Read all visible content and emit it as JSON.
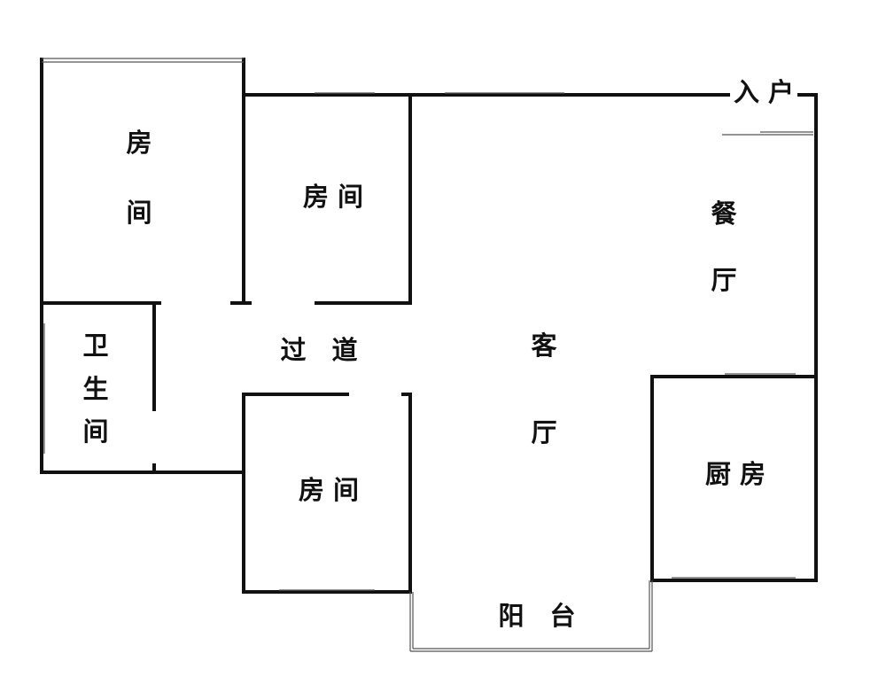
{
  "floor_plan": {
    "rooms": {
      "bedroom_top_left": {
        "label_line1": "房",
        "label_line2": "间"
      },
      "bedroom_top_middle": {
        "label": "房 间"
      },
      "bedroom_bottom_middle": {
        "label": "房 间"
      },
      "bathroom": {
        "label_line1": "卫",
        "label_line2": "生",
        "label_line3": "间"
      },
      "hallway": {
        "label": "过　道"
      },
      "living_room": {
        "label_line1": "客",
        "label_line2": "厅"
      },
      "dining_room": {
        "label_line1": "餐",
        "label_line2": "厅"
      },
      "kitchen": {
        "label": "厨 房"
      },
      "balcony": {
        "label": "阳　台"
      },
      "entrance": {
        "label": "入 户"
      }
    },
    "colors": {
      "wall": "#111111",
      "window": "#555555",
      "background": "#ffffff"
    }
  }
}
